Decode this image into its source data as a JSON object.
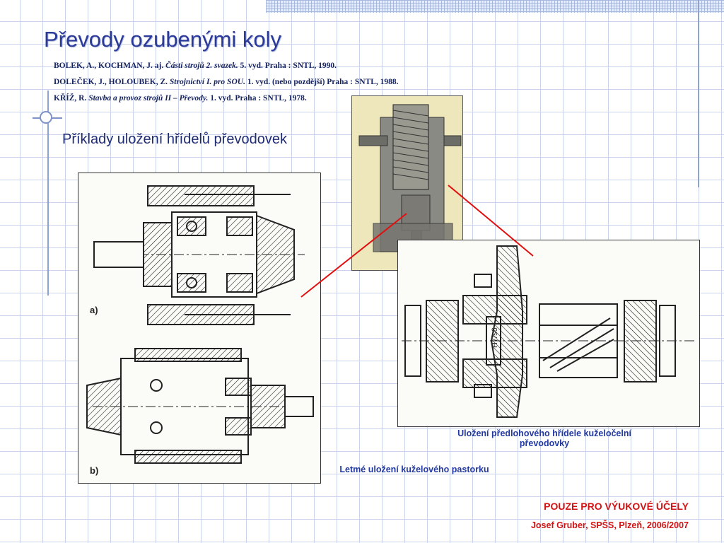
{
  "slide": {
    "title": "Převody ozubenými koly",
    "references": [
      {
        "authors": "BOLEK, A., KOCHMAN, J. aj. ",
        "work": "Části strojů 2. svazek.",
        "rest": " 5. vyd. Praha : SNTL, 1990."
      },
      {
        "authors": "DOLEČEK, J., HOLOUBEK, Z. ",
        "work": "Strojnictví I. pro SOU.",
        "rest": " 1. vyd. (nebo pozdější) Praha : SNTL, 1988."
      },
      {
        "authors": "KŘÍŽ, R. ",
        "work": "Stavba a provoz strojů II – Převody.",
        "rest": " 1. vyd. Praha : SNTL, 1978."
      }
    ],
    "subtitle": "Příklady uložení hřídelů převodovek",
    "figure_left": {
      "label_a": "a)",
      "label_b": "b)"
    },
    "figure_right": {
      "fit_label": "H7/s6"
    },
    "caption_right": "Uložení předlohového hřídele kuželočelní převodovky",
    "caption_bottom": "Letmé uložení kuželového pastorku",
    "notice": "POUZE PRO VÝUKOVÉ ÚČELY",
    "author": "Josef Gruber, SPŠS, Plzeň, 2006/2007"
  },
  "colors": {
    "title": "#2b3a99",
    "caption": "#2239a0",
    "notice": "#d21313",
    "arrow": "#e01010",
    "grid": "#c9d3ea"
  }
}
